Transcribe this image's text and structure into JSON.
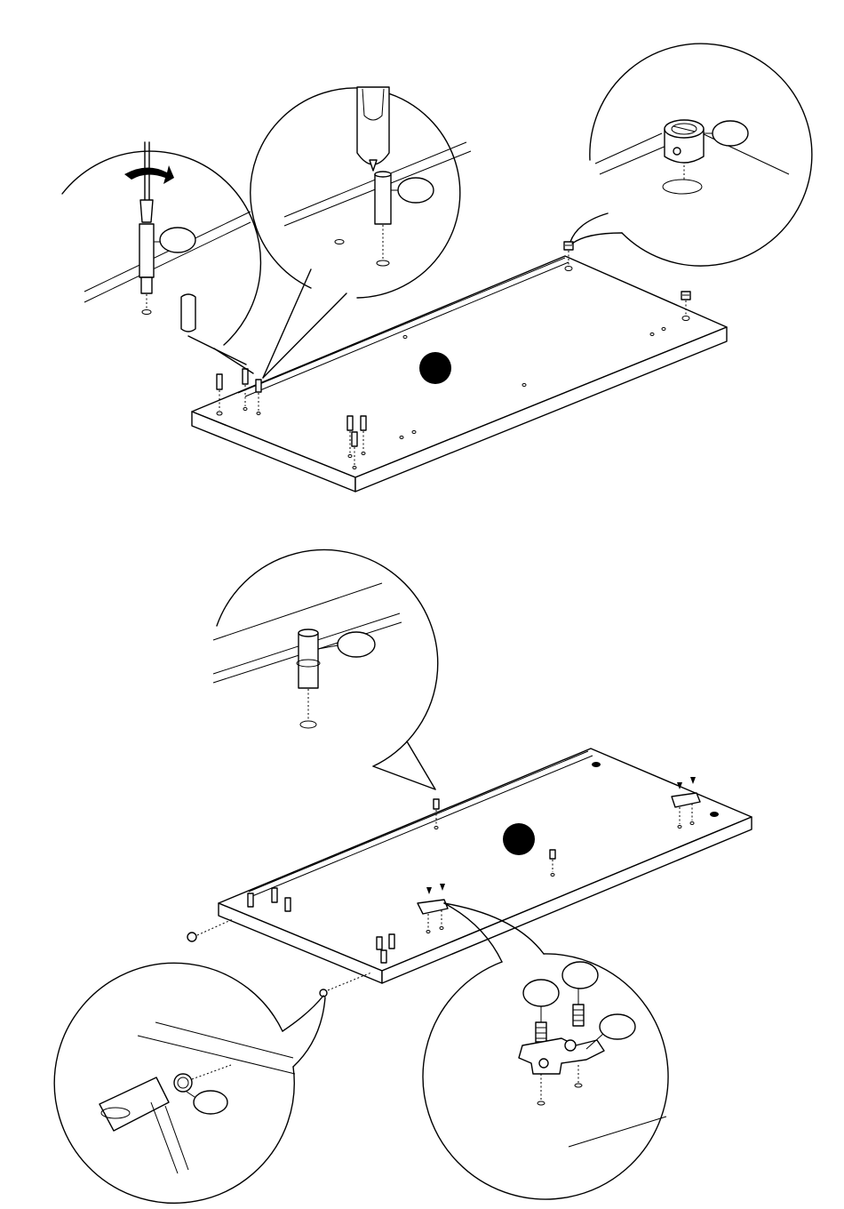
{
  "panels": [
    {
      "id": "step-top",
      "callouts": [
        {
          "id": "callout-screwdriver-pin",
          "label": ""
        },
        {
          "id": "callout-pin-insert",
          "label": ""
        },
        {
          "id": "callout-cam-lock",
          "label": ""
        }
      ]
    },
    {
      "id": "step-bottom",
      "callouts": [
        {
          "id": "callout-dowel",
          "label": ""
        },
        {
          "id": "callout-hinge-screw-a",
          "label": ""
        },
        {
          "id": "callout-hinge-screw-b",
          "label": ""
        },
        {
          "id": "callout-hinge-plate",
          "label": ""
        },
        {
          "id": "callout-cap",
          "label": ""
        }
      ]
    }
  ],
  "colors": {
    "line": "#000000",
    "background": "#ffffff",
    "marker": "#000000"
  }
}
